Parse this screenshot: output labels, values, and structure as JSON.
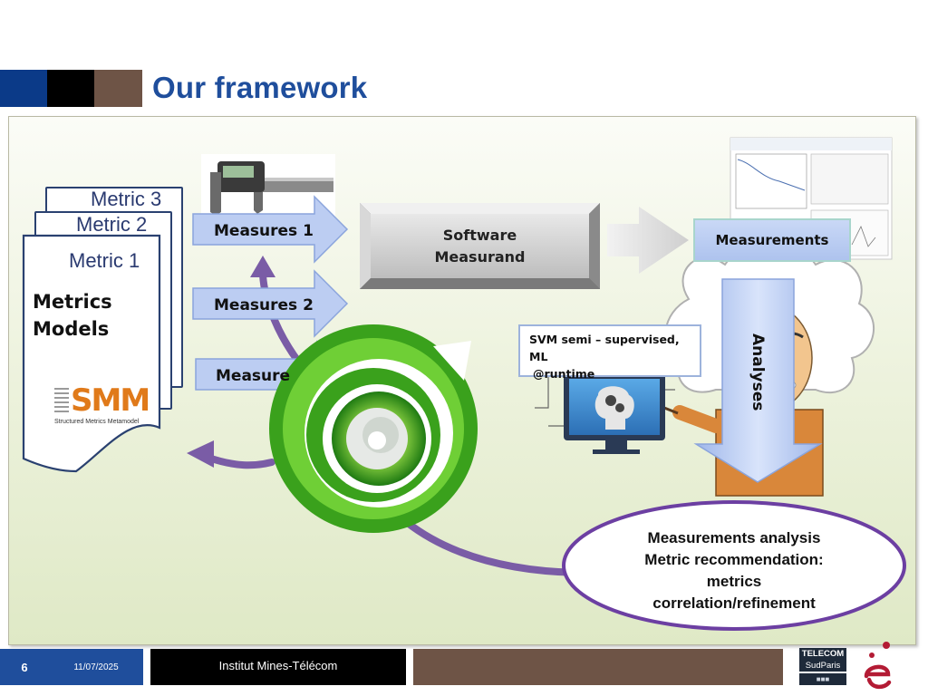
{
  "header": {
    "title": "Our framework",
    "block_colors": [
      "#0b3a88",
      "#000000",
      "#6e5446"
    ]
  },
  "metrics_stack": {
    "pages": [
      "Metric 3",
      "Metric 2",
      "Metric 1"
    ],
    "models_line1": "Metrics",
    "models_line2": "Models",
    "smm_logo_text": "SMM",
    "smm_caption": "Structured Metrics Metamodel"
  },
  "measures_arrows": [
    "Measures 1",
    "Measures 2",
    "Measures 3"
  ],
  "software": {
    "line1": "Software",
    "line2": "Measurand"
  },
  "measurements_box": "Measurements",
  "svm": {
    "line1": "SVM semi – supervised, ML",
    "line2": "@runtime"
  },
  "analyses_label": "Analyses",
  "analysis_result": {
    "line1": "Measurements analysis",
    "line2": "Metric recommendation:",
    "line3": "metrics",
    "line4": "correlation/refinement"
  },
  "footer": {
    "page_number": "6",
    "date": "11/07/2025",
    "institution": "Institut Mines-Télécom",
    "logo_line1": "TELECOM",
    "logo_line2": "SudParis",
    "logo_line3": "■■■"
  },
  "colors": {
    "title_blue": "#1f4e9c",
    "arrow_blue": "#b9cbf2",
    "purple": "#7a5ca6",
    "green_swirl": "#3d9a1e",
    "measurements_fill": "#b8caf0",
    "ellipse_stroke": "#6c3fa2",
    "e_logo_red": "#b31b34"
  }
}
